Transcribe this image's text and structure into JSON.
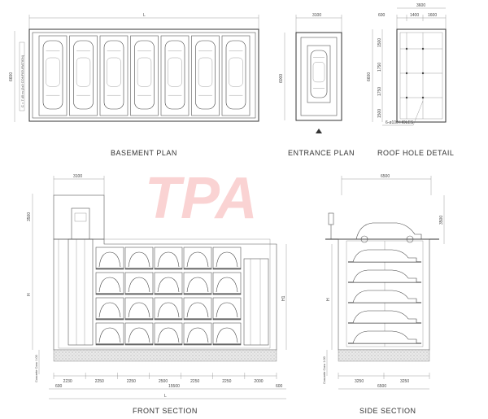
{
  "watermark": {
    "text": "TPA",
    "color": "#f08080"
  },
  "views": {
    "basement_plan": {
      "title": "BASEMENT PLAN",
      "dim_top": "L",
      "dim_side": "6600",
      "side_note": "C = 7.45 m (2x3 CONFIGURATION)"
    },
    "entrance_plan": {
      "title": "ENTRANCE PLAN",
      "dim_top": "3100",
      "dim_side": "6000"
    },
    "roof_hole_detail": {
      "title": "ROOF HOLE DETAIL",
      "dim_top": "3600",
      "dim_top_parts": [
        "600",
        "1400",
        "1600"
      ],
      "dim_side": "6600",
      "dim_side_parts": [
        "1500",
        "1750",
        "1750",
        "1500"
      ],
      "hole_note": "6-ø100 HOLES"
    },
    "front_section": {
      "title": "FRONT SECTION",
      "dim_top": "3100",
      "dim_left_top": "3500",
      "dim_left_mid": "H",
      "dim_right": "H1",
      "dim_bottom_label": "Concrete Conc 1:00",
      "dim_row1": [
        "2230",
        "2250",
        "2250",
        "2500",
        "2250",
        "2250",
        "2000"
      ],
      "dim_row2": [
        "600",
        "15500",
        "600"
      ],
      "dim_total": "L"
    },
    "side_section": {
      "title": "SIDE SECTION",
      "dim_top": "6500",
      "dim_left": "H",
      "dim_right_top": "3500",
      "dim_bottom_label": "Concrete Conc 1:00",
      "dim_row1": [
        "3250",
        "3250"
      ],
      "dim_total": "6500"
    }
  }
}
